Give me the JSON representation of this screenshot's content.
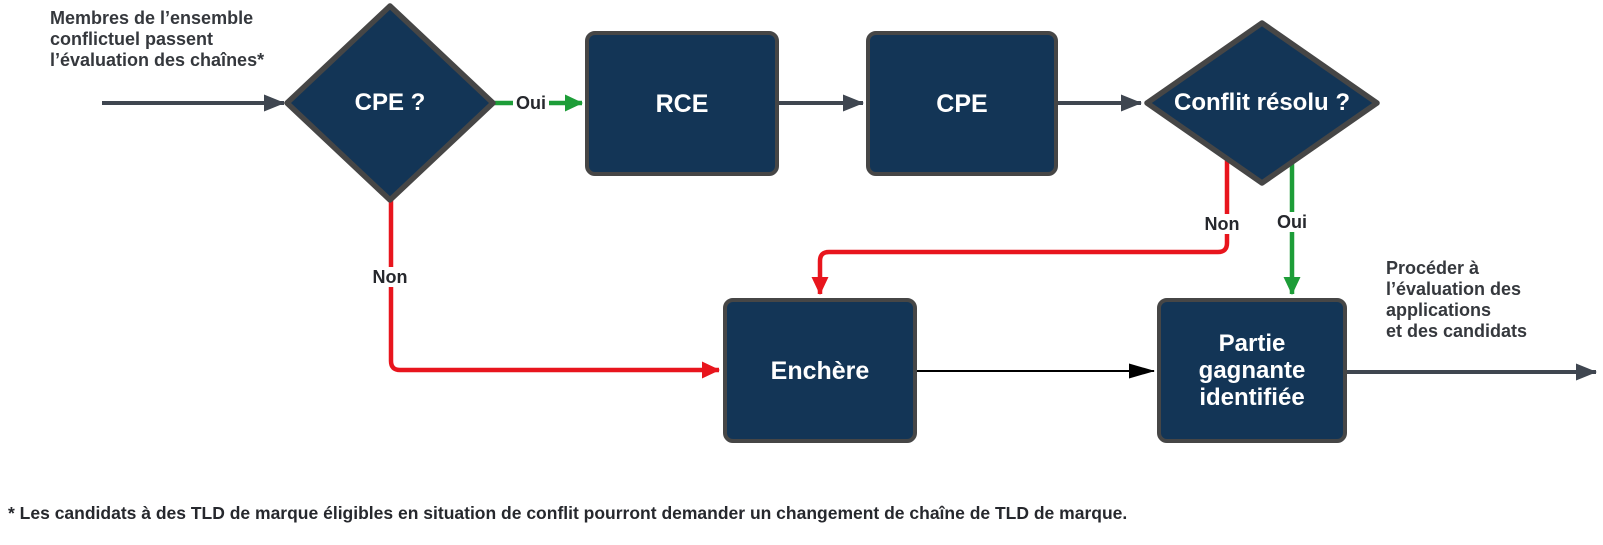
{
  "diagram": {
    "start_label": "Membres de l’ensemble\nconflictuel passent\nl’évaluation des chaînes*",
    "nodes": {
      "cpe_question": "CPE ?",
      "rce": "RCE",
      "cpe": "CPE",
      "conflict_resolved": "Conflit résolu ?",
      "auction": "Enchère",
      "winner": "Partie\ngagnante\nidentifiée"
    },
    "edge_labels": {
      "cpe_yes": "Oui",
      "cpe_no": "Non",
      "conflict_no": "Non",
      "conflict_yes": "Oui"
    },
    "end_label": "Procéder à\nl’évaluation des\napplications\net des candidats",
    "footnote": "* Les candidats à des TLD de marque éligibles en situation de conflit pourront demander un changement de chaîne de TLD de marque.",
    "colors": {
      "node_fill": "#133556",
      "node_border": "#464646",
      "arrow_dark": "#3f4650",
      "arrow_red": "#e8151d",
      "arrow_green": "#1d9d38",
      "arrow_black": "#000000",
      "text_dark": "#35383d",
      "text_black": "#26282d"
    }
  }
}
